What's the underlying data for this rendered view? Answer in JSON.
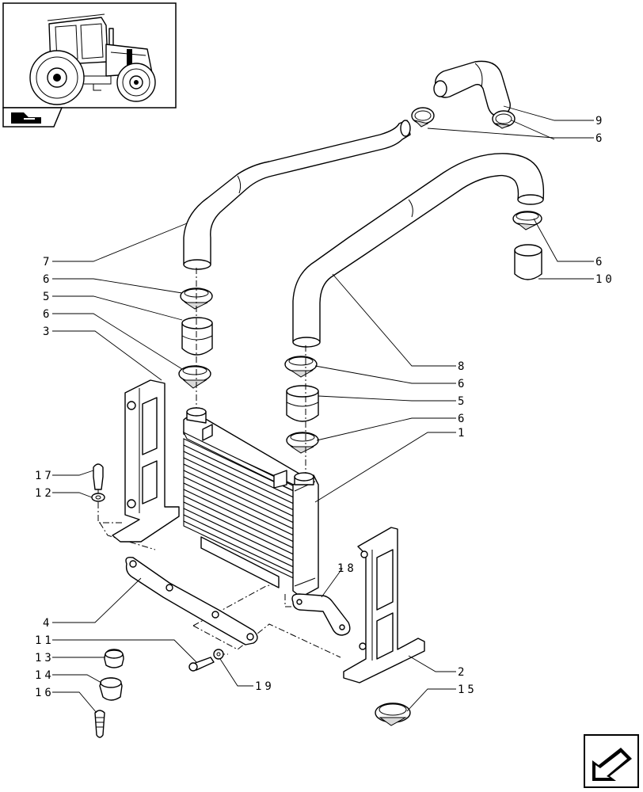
{
  "callouts": [
    {
      "id": "9",
      "text": "9"
    },
    {
      "id": "6a",
      "text": "6"
    },
    {
      "id": "7",
      "text": "7"
    },
    {
      "id": "6b",
      "text": "6"
    },
    {
      "id": "5a",
      "text": "5"
    },
    {
      "id": "6c",
      "text": "6"
    },
    {
      "id": "3",
      "text": "3"
    },
    {
      "id": "6d",
      "text": "6"
    },
    {
      "id": "10",
      "text": "10"
    },
    {
      "id": "8",
      "text": "8"
    },
    {
      "id": "6e",
      "text": "6"
    },
    {
      "id": "5b",
      "text": "5"
    },
    {
      "id": "6f",
      "text": "6"
    },
    {
      "id": "1",
      "text": "1"
    },
    {
      "id": "17",
      "text": "17"
    },
    {
      "id": "12",
      "text": "12"
    },
    {
      "id": "18",
      "text": "18"
    },
    {
      "id": "4",
      "text": "4"
    },
    {
      "id": "11",
      "text": "11"
    },
    {
      "id": "13",
      "text": "13"
    },
    {
      "id": "14",
      "text": "14"
    },
    {
      "id": "16",
      "text": "16"
    },
    {
      "id": "19",
      "text": "19"
    },
    {
      "id": "2",
      "text": "2"
    },
    {
      "id": "15",
      "text": "15"
    }
  ],
  "icons": {
    "thumbnail": "tractor-icon",
    "section": "section-folder-icon",
    "navigation": "next-page-arrow-icon"
  }
}
